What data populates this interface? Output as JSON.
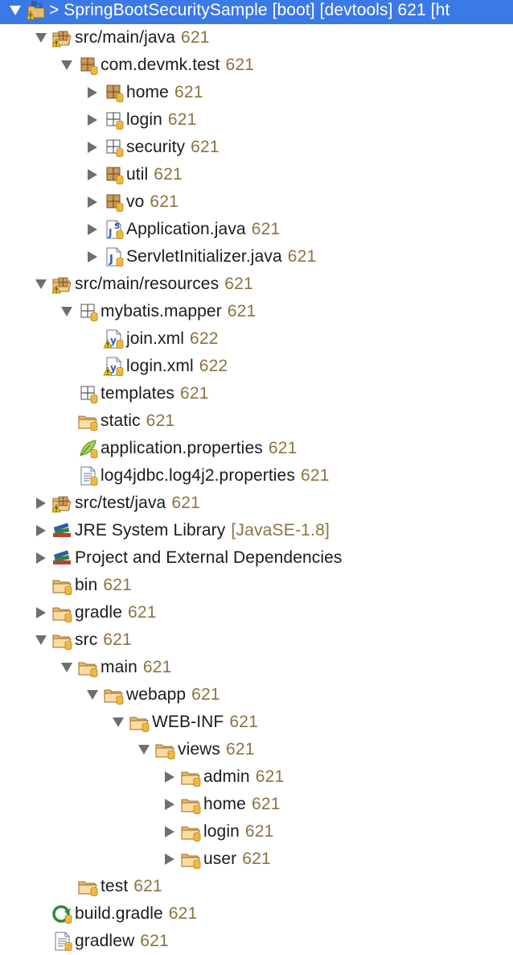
{
  "tree": [
    {
      "depth": 0,
      "toggle": "down",
      "icon": "project-icon",
      "label": "> SpringBootSecuritySample [boot] [devtools] 621 [ht",
      "rev": "",
      "selected": true
    },
    {
      "depth": 1,
      "toggle": "down",
      "icon": "source-folder-icon",
      "label": "src/main/java",
      "rev": "621"
    },
    {
      "depth": 2,
      "toggle": "down",
      "icon": "package-icon",
      "label": "com.devmk.test",
      "rev": "621"
    },
    {
      "depth": 3,
      "toggle": "right",
      "icon": "package-icon",
      "label": "home",
      "rev": "621"
    },
    {
      "depth": 3,
      "toggle": "right",
      "icon": "empty-package-icon",
      "label": "login",
      "rev": "621"
    },
    {
      "depth": 3,
      "toggle": "right",
      "icon": "empty-package-icon",
      "label": "security",
      "rev": "621"
    },
    {
      "depth": 3,
      "toggle": "right",
      "icon": "package-icon",
      "label": "util",
      "rev": "621"
    },
    {
      "depth": 3,
      "toggle": "right",
      "icon": "package-icon",
      "label": "vo",
      "rev": "621"
    },
    {
      "depth": 3,
      "toggle": "right",
      "icon": "java-spring-file-icon",
      "label": "Application.java",
      "rev": "621"
    },
    {
      "depth": 3,
      "toggle": "right",
      "icon": "java-file-icon",
      "label": "ServletInitializer.java",
      "rev": "621"
    },
    {
      "depth": 1,
      "toggle": "down",
      "icon": "source-folder-icon",
      "label": "src/main/resources",
      "rev": "621"
    },
    {
      "depth": 2,
      "toggle": "down",
      "icon": "empty-package-icon",
      "label": "mybatis.mapper",
      "rev": "621"
    },
    {
      "depth": 3,
      "toggle": "none",
      "icon": "xml-file-icon",
      "label": "join.xml",
      "rev": "622"
    },
    {
      "depth": 3,
      "toggle": "none",
      "icon": "xml-file-icon",
      "label": "login.xml",
      "rev": "622"
    },
    {
      "depth": 2,
      "toggle": "none",
      "icon": "empty-package-icon",
      "label": "templates",
      "rev": "621"
    },
    {
      "depth": 2,
      "toggle": "none",
      "icon": "folder-icon",
      "label": "static",
      "rev": "621"
    },
    {
      "depth": 2,
      "toggle": "none",
      "icon": "properties-file-icon",
      "label": "application.properties",
      "rev": "621"
    },
    {
      "depth": 2,
      "toggle": "none",
      "icon": "text-file-icon",
      "label": "log4jdbc.log4j2.properties",
      "rev": "621"
    },
    {
      "depth": 1,
      "toggle": "right",
      "icon": "source-folder-icon",
      "label": "src/test/java",
      "rev": "621"
    },
    {
      "depth": 1,
      "toggle": "right",
      "icon": "library-icon",
      "label": "JRE System Library",
      "rev": "[JavaSE-1.8]"
    },
    {
      "depth": 1,
      "toggle": "right",
      "icon": "library-icon",
      "label": "Project and External Dependencies",
      "rev": ""
    },
    {
      "depth": 1,
      "toggle": "none",
      "icon": "folder-icon",
      "label": "bin",
      "rev": "621"
    },
    {
      "depth": 1,
      "toggle": "right",
      "icon": "folder-icon",
      "label": "gradle",
      "rev": "621"
    },
    {
      "depth": 1,
      "toggle": "down",
      "icon": "folder-icon",
      "label": "src",
      "rev": "621"
    },
    {
      "depth": 2,
      "toggle": "down",
      "icon": "folder-icon",
      "label": "main",
      "rev": "621"
    },
    {
      "depth": 3,
      "toggle": "down",
      "icon": "folder-icon",
      "label": "webapp",
      "rev": "621"
    },
    {
      "depth": 4,
      "toggle": "down",
      "icon": "folder-icon",
      "label": "WEB-INF",
      "rev": "621"
    },
    {
      "depth": 5,
      "toggle": "down",
      "icon": "folder-icon",
      "label": "views",
      "rev": "621"
    },
    {
      "depth": 6,
      "toggle": "right",
      "icon": "folder-icon",
      "label": "admin",
      "rev": "621"
    },
    {
      "depth": 6,
      "toggle": "right",
      "icon": "folder-icon",
      "label": "home",
      "rev": "621"
    },
    {
      "depth": 6,
      "toggle": "right",
      "icon": "folder-icon",
      "label": "login",
      "rev": "621"
    },
    {
      "depth": 6,
      "toggle": "right",
      "icon": "folder-icon",
      "label": "user",
      "rev": "621"
    },
    {
      "depth": 2,
      "toggle": "none",
      "icon": "folder-icon",
      "label": "test",
      "rev": "621"
    },
    {
      "depth": 1,
      "toggle": "none",
      "icon": "gradle-file-icon",
      "label": "build.gradle",
      "rev": "621"
    },
    {
      "depth": 1,
      "toggle": "none",
      "icon": "text-file-icon",
      "label": "gradlew",
      "rev": "621"
    }
  ]
}
